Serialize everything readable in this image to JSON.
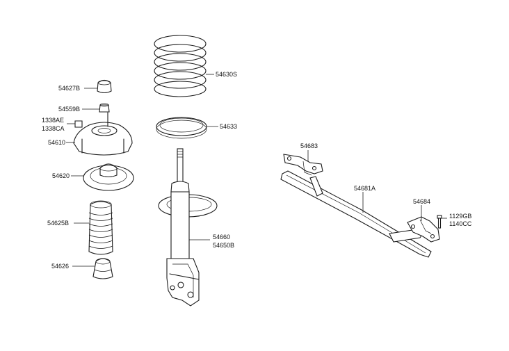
{
  "labels": {
    "p54627B": "54627B",
    "p54559B": "54559B",
    "p1338AE": "1338AE",
    "p1338CA": "1338CA",
    "p54610": "54610",
    "p54620": "54620",
    "p54625B": "54625B",
    "p54626": "54626",
    "p54630S": "54630S",
    "p54633": "54633",
    "p54660": "54660",
    "p54650B": "54650B",
    "p54683": "54683",
    "p54681A": "54681A",
    "p54684": "54684",
    "p1129GB": "1129GB",
    "p1140CC": "1140CC"
  }
}
